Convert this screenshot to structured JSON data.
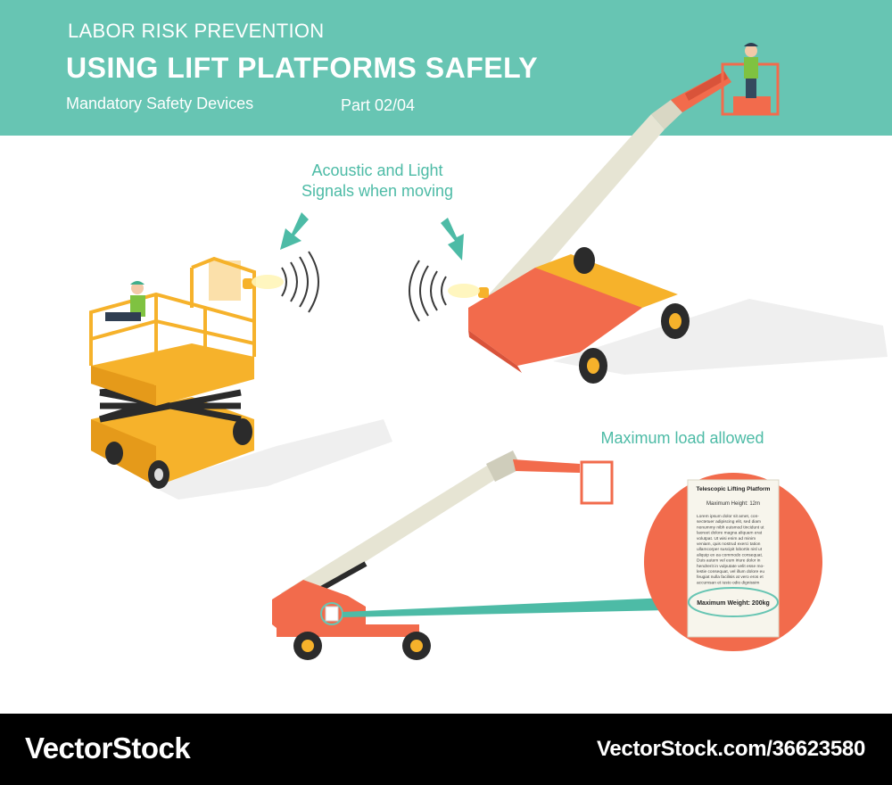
{
  "header": {
    "kicker": "LABOR RISK PREVENTION",
    "title": "USING LIFT PLATFORMS SAFELY",
    "subtitle": "Mandatory Safety Devices",
    "part": "Part 02/04"
  },
  "callouts": {
    "signals_line1": "Acoustic and Light",
    "signals_line2": "Signals when moving",
    "max_load": "Maximum load allowed"
  },
  "plate": {
    "title": "Telescopic Lifting Platform",
    "max_height": "Maximum Height: 12m",
    "body_lines": [
      "Lorem ipsum dolor sit amet, con-",
      "sectetuer adipiscing elit, sed diam",
      "nonummy nibh euismod tincidunt ut",
      "laoreet dolore magna aliquam erat",
      "volutpat. Ut wisi enim ad minim",
      "veniam, quis nostrud exerci tation",
      "ullamcorper suscipit lobortis nisl ut",
      "aliquip ex ea commodo consequat.",
      "Duis autem vel eum iriure dolor in",
      "hendrerit in vulputate velit esse mo-",
      "lestie consequat, vel illum dolore eu",
      "feugiat nulla facilisis at vero eros et",
      "accumsan et iusto odio dignissim"
    ],
    "max_weight": "Maximum Weight: 200kg"
  },
  "footer": {
    "brand": "VectorStock",
    "credit": "VectorStock.com/36623580"
  },
  "colors": {
    "teal": "#67c5b3",
    "teal_text": "#4dbba6",
    "orange": "#f26b4c",
    "yellow": "#f6b22b",
    "cream": "#e6e4d3"
  }
}
